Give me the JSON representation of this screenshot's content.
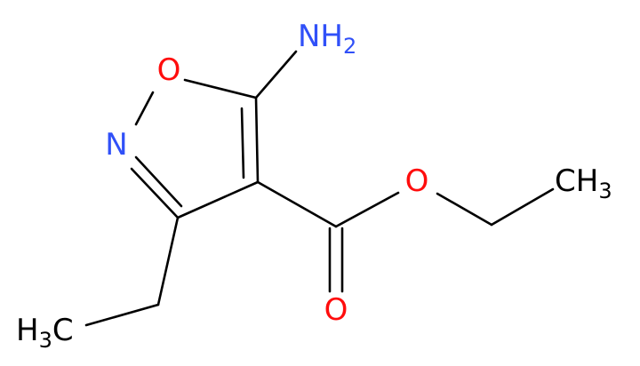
{
  "colors": {
    "carbon": "#000000",
    "oxygen": "#ff0d0d",
    "nitrogen": "#3050f8"
  },
  "atoms": {
    "amino": {
      "main": "NH",
      "sub": "2"
    },
    "ring_oxygen": {
      "main": "O"
    },
    "ring_nitrogen": {
      "main": "N"
    },
    "ester_oxygen": {
      "main": "O"
    },
    "carbonyl_oxygen": {
      "main": "O"
    },
    "methyl_right": {
      "main": "CH",
      "sub": "3"
    },
    "methyl_left": {
      "pre": "H",
      "sub": "3",
      "post": "C"
    }
  }
}
